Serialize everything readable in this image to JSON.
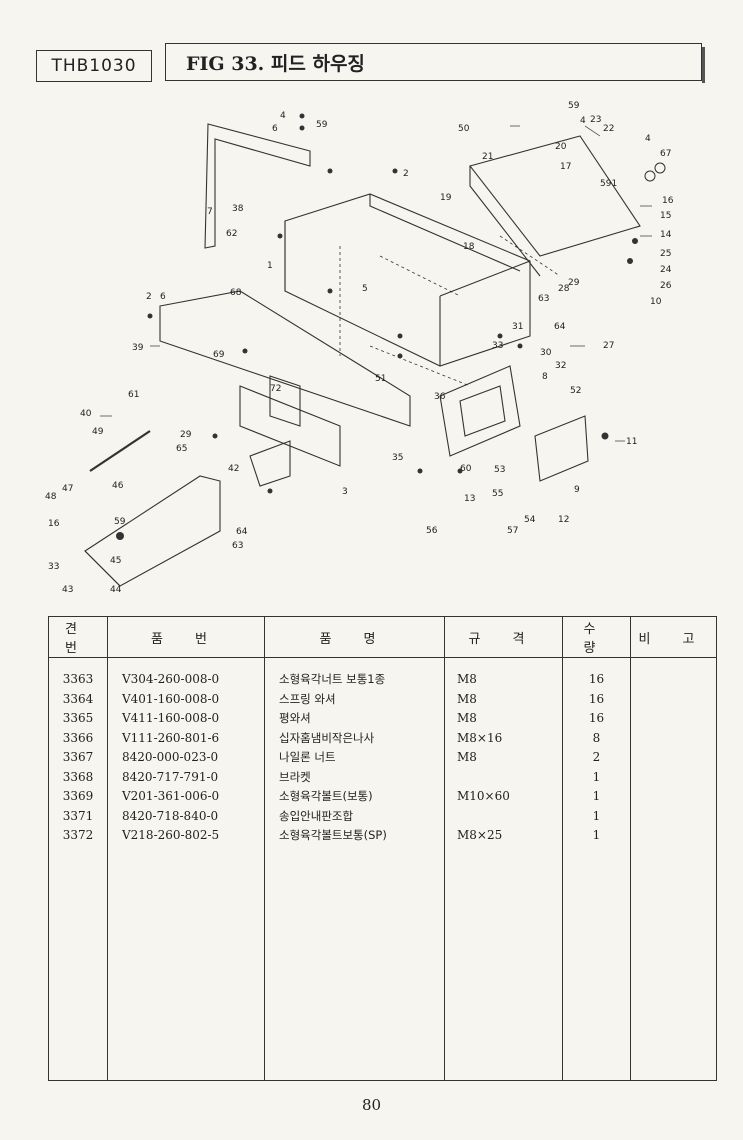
{
  "header": {
    "model": "THB1030",
    "figure_title": "FIG 33. 피드 하우징"
  },
  "diagram": {
    "callouts": [
      "1",
      "2",
      "3",
      "4",
      "5",
      "6",
      "7",
      "8",
      "9",
      "10",
      "11",
      "12",
      "13",
      "14",
      "15",
      "16",
      "17",
      "18",
      "19",
      "20",
      "21",
      "22",
      "23",
      "24",
      "25",
      "26",
      "27",
      "28",
      "29",
      "30",
      "31",
      "32",
      "33",
      "35",
      "36",
      "38",
      "39",
      "40",
      "42",
      "43",
      "44",
      "45",
      "46",
      "47",
      "48",
      "49",
      "50",
      "51",
      "52",
      "53",
      "54",
      "55",
      "56",
      "57",
      "59",
      "60",
      "61",
      "62",
      "63",
      "64",
      "65",
      "67",
      "68",
      "69",
      "72"
    ]
  },
  "table": {
    "headers": {
      "no": "견 번",
      "part_no": "품 번",
      "name": "품 명",
      "spec": "규 격",
      "qty": "수 량",
      "remark": "비 고"
    },
    "rows": [
      {
        "no": "3363",
        "part_no": "V304-260-008-0",
        "name": "소형육각너트 보통1종",
        "spec": "M8",
        "qty": "16"
      },
      {
        "no": "3364",
        "part_no": "V401-160-008-0",
        "name": "스프링 와셔",
        "spec": "M8",
        "qty": "16"
      },
      {
        "no": "3365",
        "part_no": "V411-160-008-0",
        "name": "평와셔",
        "spec": "M8",
        "qty": "16"
      },
      {
        "no": "3366",
        "part_no": "V111-260-801-6",
        "name": "십자홈냄비작은나사",
        "spec": "M8×16",
        "qty": "8"
      },
      {
        "no": "3367",
        "part_no": "8420-000-023-0",
        "name": "나일론 너트",
        "spec": "M8",
        "qty": "2"
      },
      {
        "no": "3368",
        "part_no": "8420-717-791-0",
        "name": "브라켓",
        "spec": "",
        "qty": "1"
      },
      {
        "no": "3369",
        "part_no": "V201-361-006-0",
        "name": "소형육각볼트(보통)",
        "spec": "M10×60",
        "qty": "1"
      },
      {
        "no": "3371",
        "part_no": "8420-718-840-0",
        "name": "송입안내판조합",
        "spec": "",
        "qty": "1"
      },
      {
        "no": "3372",
        "part_no": "V218-260-802-5",
        "name": "소형육각볼트보통(SP)",
        "spec": "M8×25",
        "qty": "1"
      }
    ]
  },
  "footer": {
    "page_number": "80"
  }
}
